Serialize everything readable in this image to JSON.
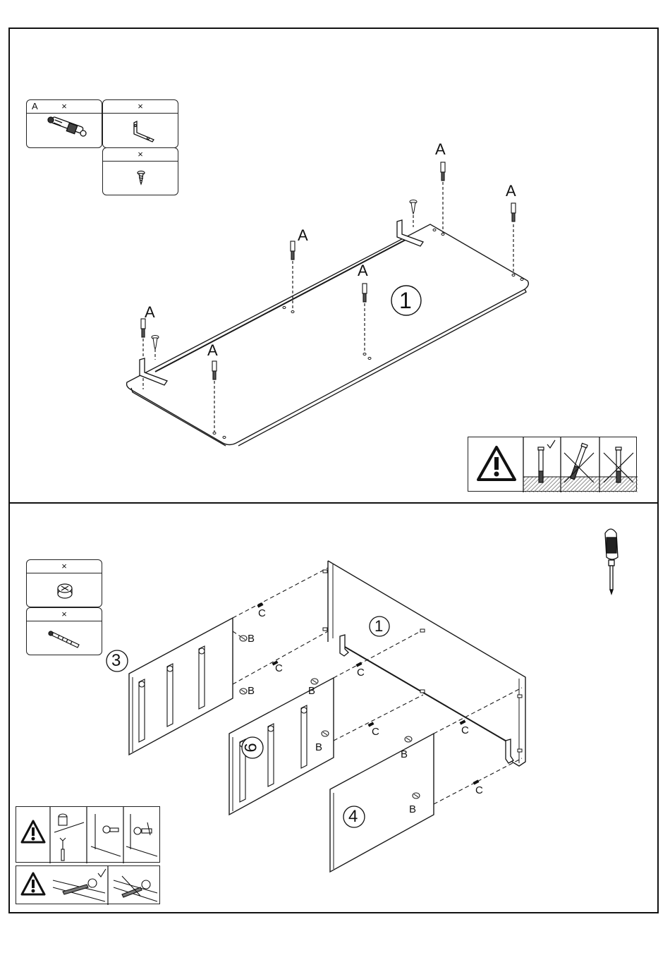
{
  "step1": {
    "parts": {
      "a_letter": "A",
      "a_mult": "×",
      "bracket_mult": "×",
      "screw_mult": "×"
    },
    "dowel_label": "A",
    "panel_number": "1"
  },
  "step2": {
    "parts": {
      "cam_mult": "×",
      "bolt_mult": "×"
    },
    "cam_label": "B",
    "bolt_label": "C",
    "panels": {
      "top": "1",
      "left": "3",
      "middle": "6",
      "right": "4"
    }
  },
  "colors": {
    "line": "#1a1a1a",
    "hatch": "#777777"
  }
}
